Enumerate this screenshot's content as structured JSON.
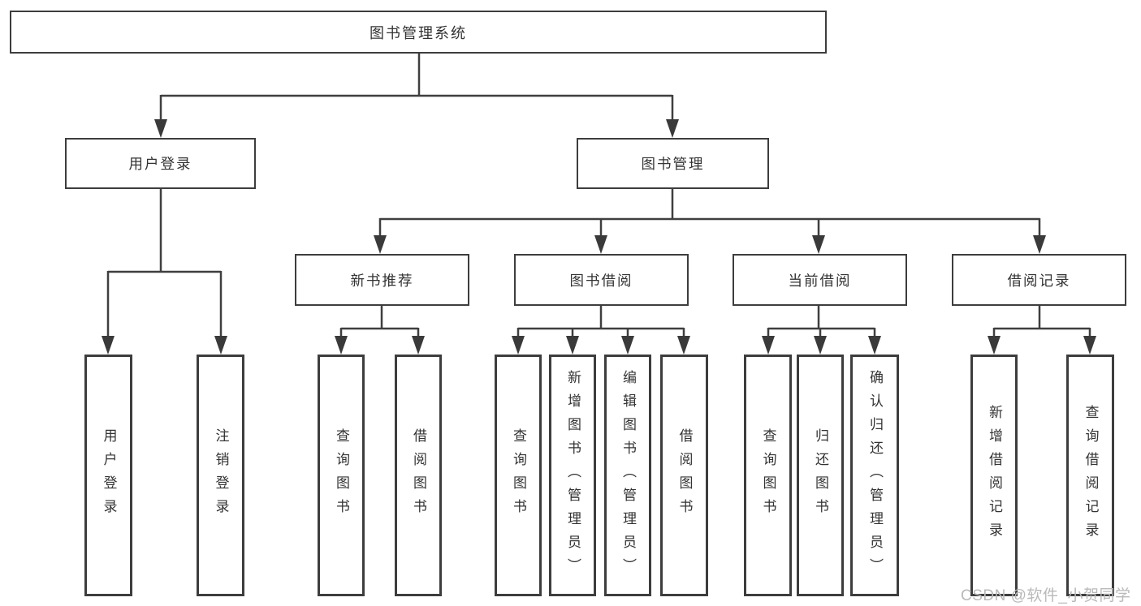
{
  "tree": {
    "root": {
      "label": "图书管理系统"
    },
    "login": {
      "label": "用户登录",
      "children": [
        {
          "label": "用户登录"
        },
        {
          "label": "注销登录"
        }
      ]
    },
    "manage": {
      "label": "图书管理",
      "sections": [
        {
          "label": "新书推荐",
          "children": [
            {
              "label": "查询图书"
            },
            {
              "label": "借阅图书"
            }
          ]
        },
        {
          "label": "图书借阅",
          "children": [
            {
              "label": "查询图书"
            },
            {
              "label": "新增图书（管理员）"
            },
            {
              "label": "编辑图书（管理员）"
            },
            {
              "label": "借阅图书"
            }
          ]
        },
        {
          "label": "当前借阅",
          "children": [
            {
              "label": "查询图书"
            },
            {
              "label": "归还图书"
            },
            {
              "label": "确认归还（管理员）"
            }
          ]
        },
        {
          "label": "借阅记录",
          "children": [
            {
              "label": "新增借阅记录"
            },
            {
              "label": "查询借阅记录"
            }
          ]
        }
      ]
    }
  },
  "watermark": {
    "text": "CSDN @软件_小贺同学"
  },
  "colors": {
    "background": "#ffffff",
    "line": "#3f3f3f",
    "text": "#333333",
    "watermark": "#b9b9b9"
  }
}
